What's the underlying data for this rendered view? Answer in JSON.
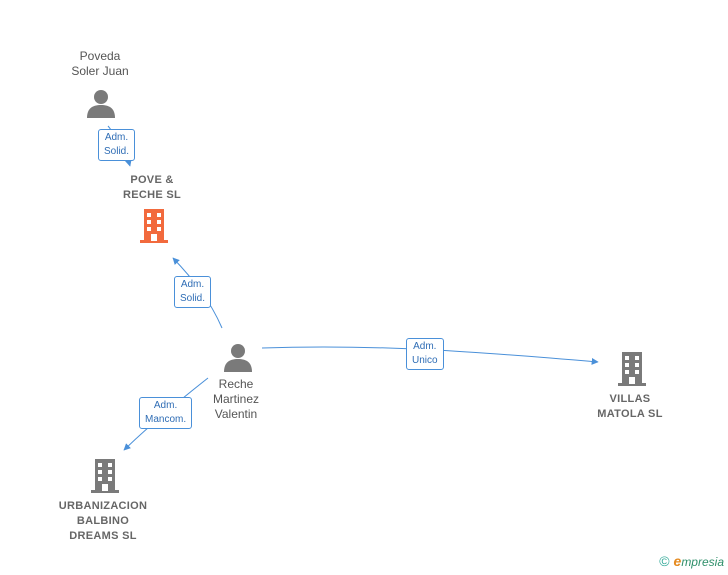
{
  "nodes": {
    "poveda": {
      "lines": [
        "Poveda",
        "Soler Juan"
      ]
    },
    "pove_reche": {
      "lines": [
        "POVE &",
        "RECHE  SL"
      ]
    },
    "reche": {
      "lines": [
        "Reche",
        "Martinez",
        "Valentin"
      ]
    },
    "villas": {
      "lines": [
        "VILLAS",
        "MATOLA  SL"
      ]
    },
    "urbanizacion": {
      "lines": [
        "URBANIZACION",
        "BALBINO",
        "DREAMS  SL"
      ]
    }
  },
  "edges": {
    "e1": {
      "lines": [
        "Adm.",
        "Solid."
      ]
    },
    "e2": {
      "lines": [
        "Adm.",
        "Solid."
      ]
    },
    "e3": {
      "lines": [
        "Adm.",
        "Unico"
      ]
    },
    "e4": {
      "lines": [
        "Adm.",
        "Mancom."
      ]
    }
  },
  "colors": {
    "edge": "#4a90d9",
    "person": "#7a7a7a",
    "company": "#7a7a7a",
    "highlight": "#f26a3d"
  },
  "footer": {
    "copyright": "©",
    "brand_initial": "e",
    "brand_rest": "mpresia"
  }
}
